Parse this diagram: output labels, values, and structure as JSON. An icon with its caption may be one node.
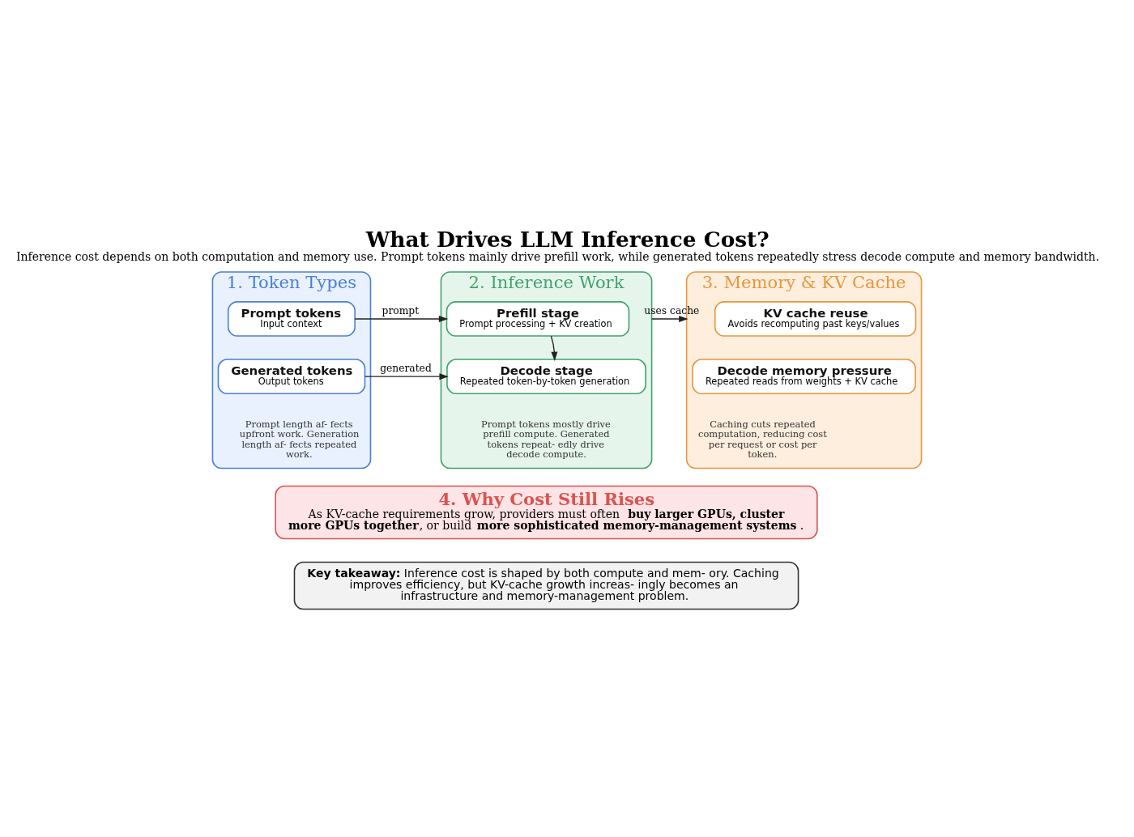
{
  "diagram": {
    "title": "What Drives LLM Inference Cost?",
    "caption": "Inference cost depends on both computation and memory use. Prompt tokens mainly drive prefill work, while generated tokens repeatedly stress decode compute and memory bandwidth.",
    "nodes": [
      {
        "text": [
          "1. Token Types",
          "Prompt length af- fects upfront work. Generation length af- fects repeated work."
        ]
      },
      {
        "text": [
          "Prompt tokens",
          "Input context"
        ],
        "in": 0
      },
      {
        "text": [
          "Generated tokens",
          "Output tokens"
        ],
        "in": 0
      },
      {
        "text": [
          "2. Inference Work",
          "Prompt tokens mostly drive prefill compute. Generated tokens repeat- edly drive decode compute."
        ]
      },
      {
        "text": [
          "Prefill stage",
          "Prompt processing + KV creation"
        ],
        "in": 3
      },
      {
        "text": [
          "Decode stage",
          "Repeated token-by-token generation"
        ],
        "in": 3
      },
      {
        "text": [
          "3. Memory & KV Cache",
          "Caching cuts repeated computation, reducing cost per request or cost per token."
        ]
      },
      {
        "text": [
          "KV cache reuse",
          "Avoids recomputing past keys/values"
        ],
        "in": 6
      },
      {
        "text": [
          "Decode memory pressure",
          "Repeated reads from weights + KV cache"
        ],
        "in": 6
      },
      {
        "text": [
          "4. Why Cost Still Rises",
          "As KV-cache requirements grow, providers must often **buy larger GPUs, cluster more GPUs together**, or build **more sophisticated memory-management systems**."
        ]
      },
      {
        "text": [
          "**Key takeaway:** Inference cost is shaped by both compute and mem- ory. Caching improves efficiency, but KV-cache growth increas- ingly becomes an infrastructure and memory-management problem."
        ]
      }
    ],
    "edges": [
      {
        "from": 1,
        "to": 4,
        "arrow": "to",
        "label": "prompt"
      },
      {
        "from": 2,
        "to": 5,
        "arrow": "to",
        "label": "generated"
      },
      {
        "from": 4,
        "to": 5,
        "arrow": "to"
      },
      {
        "from": 3,
        "to": 6,
        "arrow": "to",
        "label": "uses cache"
      }
    ]
  }
}
